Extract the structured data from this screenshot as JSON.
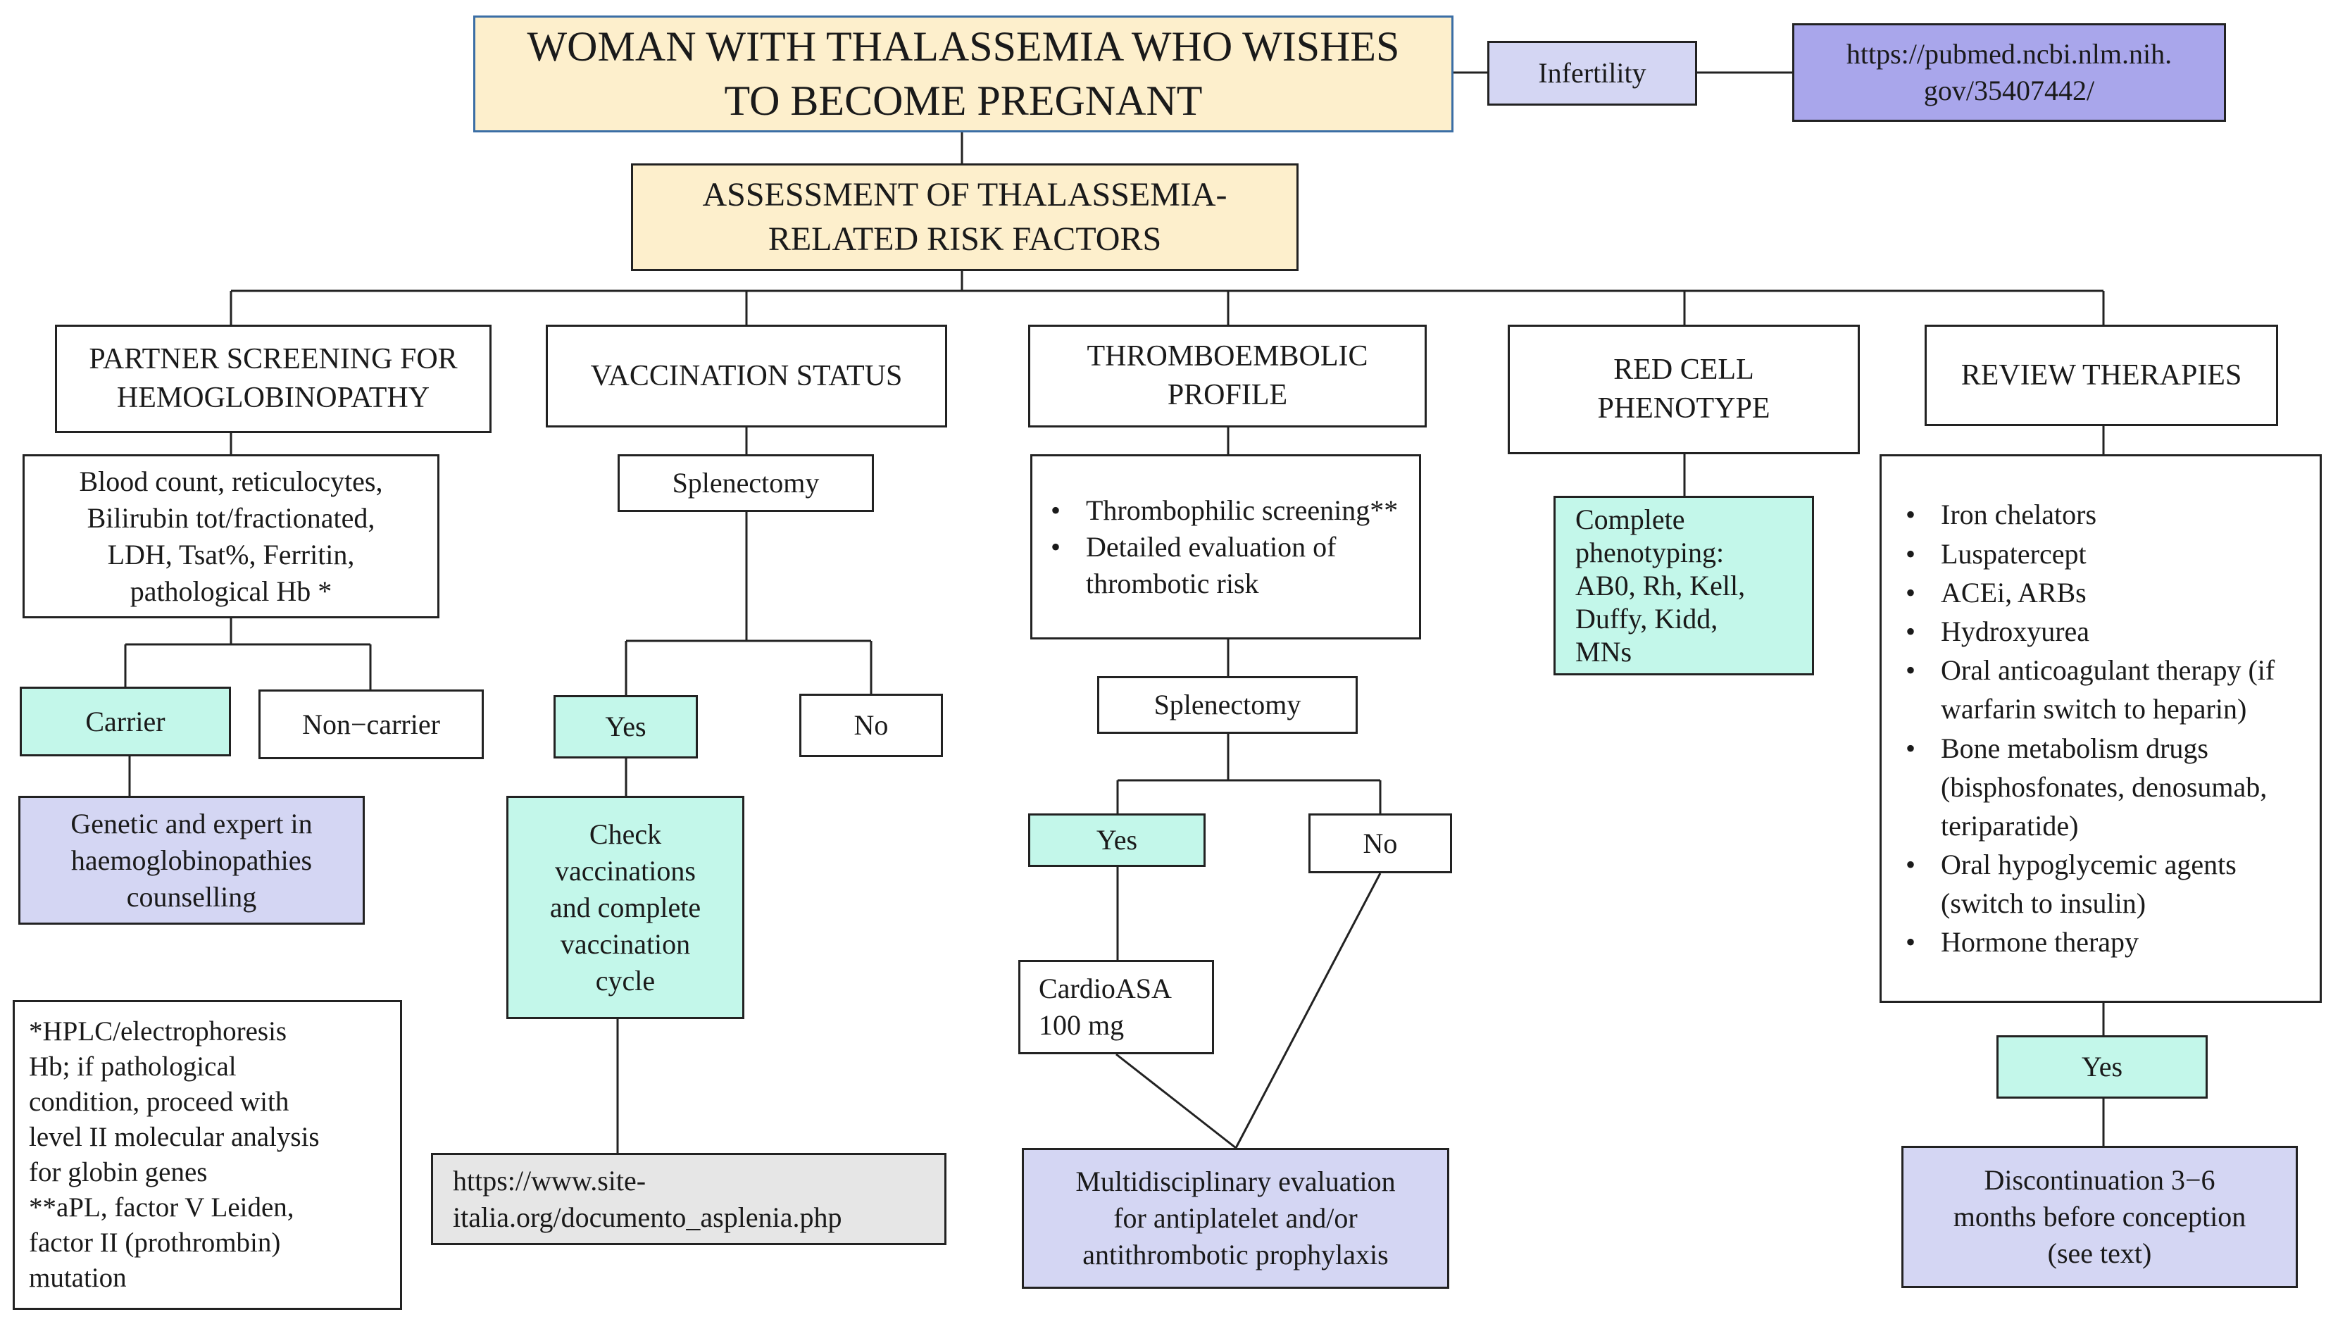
{
  "title": {
    "line1": "WOMAN WITH THALASSEMIA WHO WISHES",
    "line2": "TO BECOME PREGNANT"
  },
  "infertility": {
    "label": "Infertility",
    "link_line1": "https://pubmed.ncbi.nlm.nih.",
    "link_line2": "gov/35407442/"
  },
  "assessment": {
    "line1": "ASSESSMENT OF THALASSEMIA-",
    "line2": "RELATED RISK FACTORS"
  },
  "partner": {
    "header_line1": "PARTNER SCREENING FOR",
    "header_line2": "HEMOGLOBINOPATHY",
    "tests": [
      "Blood count, reticulocytes,",
      "Bilirubin tot/fractionated,",
      "LDH, Tsat%, Ferritin,",
      "pathological Hb *"
    ],
    "carrier": "Carrier",
    "non_carrier": "Non−carrier",
    "counselling": [
      "Genetic and  expert in",
      "haemoglobinopathies",
      "counselling"
    ]
  },
  "vaccination": {
    "header": "VACCINATION STATUS",
    "splenectomy": "Splenectomy",
    "yes": "Yes",
    "no": "No",
    "check": [
      "Check",
      "vaccinations",
      "and complete",
      "vaccination",
      "cycle"
    ],
    "link": [
      "https://www.site-",
      "italia.org/documento_asplenia.php"
    ]
  },
  "thrombo": {
    "header_line1": "THROMBOEMBOLIC",
    "header_line2": "PROFILE",
    "items": [
      "Thrombophilic screening**",
      "Detailed evaluation of thrombotic risk"
    ],
    "splenectomy": "Splenectomy",
    "yes": "Yes",
    "no": "No",
    "asa": [
      "CardioASA",
      "100 mg"
    ],
    "multidisciplinary": [
      "Multidisciplinary evaluation",
      "for antiplatelet and/or",
      "antithrombotic prophylaxis"
    ]
  },
  "redcell": {
    "header_line1": "RED CELL",
    "header_line2": "PHENOTYPE",
    "phenotyping": [
      "Complete",
      "phenotyping:",
      "AB0, Rh, Kell,",
      "Duffy, Kidd,",
      "MNs"
    ]
  },
  "therapies": {
    "header": "REVIEW THERAPIES",
    "items": [
      "Iron chelators",
      "Luspatercept",
      "ACEi, ARBs",
      "Hydroxyurea",
      "Oral anticoagulant therapy (if warfarin switch to heparin)",
      "Bone metabolism drugs (bisphosfonates, denosumab, teriparatide)",
      "Oral hypoglycemic agents (switch to insulin)",
      "Hormone therapy"
    ],
    "yes": "Yes",
    "discontinuation": [
      "Discontinuation 3−6",
      "months before conception",
      "(see text)"
    ]
  },
  "footnote": [
    "*HPLC/electrophoresis",
    "Hb; if pathological",
    "condition, proceed with",
    "level II molecular analysis",
    "for globin genes",
    "**aPL, factor V Leiden,",
    "factor II (prothrombin)",
    "mutation"
  ],
  "colors": {
    "title_fill": "#fdefcc",
    "cyan_fill": "#c3f7ea",
    "lavender_fill": "#d4d6f3",
    "link_fill": "#a9a6eb",
    "grey_fill": "#e6e6e6",
    "title_border": "#3b6ea5"
  }
}
